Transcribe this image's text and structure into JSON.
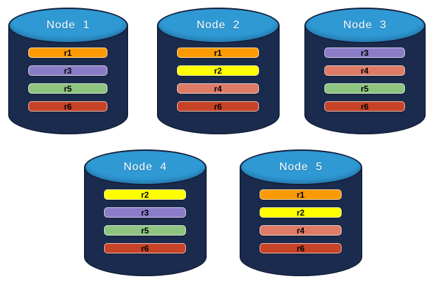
{
  "diagram": {
    "description_colors": {
      "cylinder_body": "#1B2B4D",
      "cylinder_top": "#2F99D4",
      "cylinder_outline": "#141F3C",
      "replica_r1": "#FB9A05",
      "replica_r2": "#FFFF00",
      "replica_r3": "#8A7CC6",
      "replica_r4": "#DD7B66",
      "replica_r5": "#8EC480",
      "replica_r6": "#C64327"
    }
  },
  "nodes": [
    {
      "title": "Node  1",
      "replicas": [
        {
          "label": "r1",
          "color": "#FB9A05"
        },
        {
          "label": "r3",
          "color": "#8A7CC6"
        },
        {
          "label": "r5",
          "color": "#8EC480"
        },
        {
          "label": "r6",
          "color": "#C64327"
        }
      ]
    },
    {
      "title": "Node  2",
      "replicas": [
        {
          "label": "r1",
          "color": "#FB9A05"
        },
        {
          "label": "r2",
          "color": "#FFFF00"
        },
        {
          "label": "r4",
          "color": "#DD7B66"
        },
        {
          "label": "r6",
          "color": "#C64327"
        }
      ]
    },
    {
      "title": "Node  3",
      "replicas": [
        {
          "label": "r3",
          "color": "#8A7CC6"
        },
        {
          "label": "r4",
          "color": "#DD7B66"
        },
        {
          "label": "r5",
          "color": "#8EC480"
        },
        {
          "label": "r6",
          "color": "#C64327"
        }
      ]
    },
    {
      "title": "Node  4",
      "replicas": [
        {
          "label": "r2",
          "color": "#FFFF00"
        },
        {
          "label": "r3",
          "color": "#8A7CC6"
        },
        {
          "label": "r5",
          "color": "#8EC480"
        },
        {
          "label": "r6",
          "color": "#C64327"
        }
      ]
    },
    {
      "title": "Node  5",
      "replicas": [
        {
          "label": "r1",
          "color": "#FB9A05"
        },
        {
          "label": "r2",
          "color": "#FFFF00"
        },
        {
          "label": "r4",
          "color": "#DD7B66"
        },
        {
          "label": "r6",
          "color": "#C64327"
        }
      ]
    }
  ]
}
